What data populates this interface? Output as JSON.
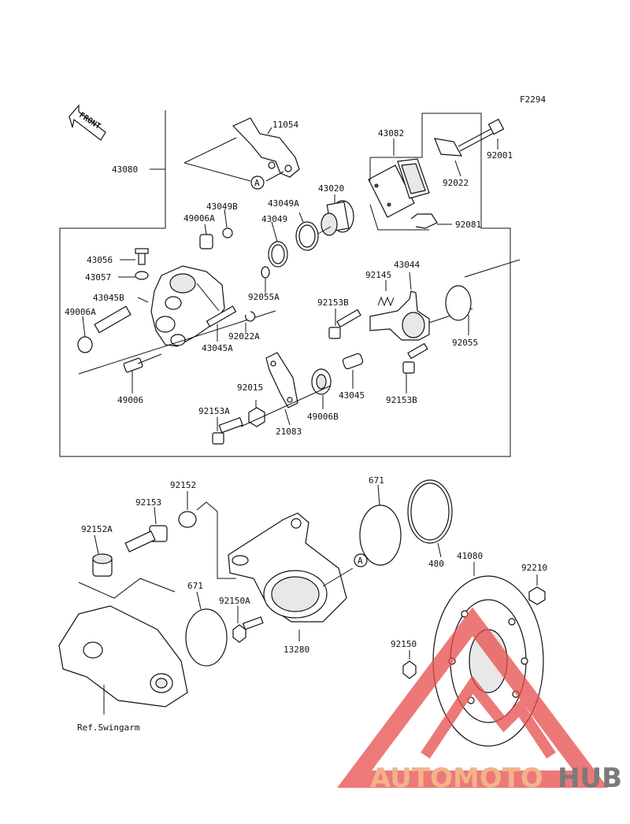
{
  "figure_code": "F2294",
  "front_label": "FRONT",
  "ref_note": "Ref.Swingarm",
  "callout_a": "A",
  "parts": {
    "p11054": "11054",
    "p43080": "43080",
    "p43082": "43082",
    "p92001": "92001",
    "p92022": "92022",
    "p92081": "92081",
    "p43049B": "43049B",
    "p49006A_top": "49006A",
    "p43049A": "43049A",
    "p43049": "43049",
    "p43020": "43020",
    "p43056": "43056",
    "p43057": "43057",
    "p43045B": "43045B",
    "p49006A_left": "49006A",
    "p92055A": "92055A",
    "p92022A": "92022A",
    "p43045A": "43045A",
    "p49006": "49006",
    "p92145": "92145",
    "p43044": "43044",
    "p92153B_a": "92153B",
    "p92055": "92055",
    "p92015": "92015",
    "p43045": "43045",
    "p92153B_b": "92153B",
    "p92153A": "92153A",
    "p21083": "21083",
    "p49006B": "49006B",
    "p92152": "92152",
    "p92153": "92153",
    "p92152A": "92152A",
    "p671_top": "671",
    "p480": "480",
    "p41080": "41080",
    "p92210": "92210",
    "p671_left": "671",
    "p92150A": "92150A",
    "p13280": "13280",
    "p92150": "92150"
  },
  "watermark": {
    "part1": "AUTOMOTO",
    "part2": "HUB",
    "color_light": "#f2b38a",
    "color_dark": "#7a7a7a",
    "color_triangle": "#e84c4c"
  }
}
